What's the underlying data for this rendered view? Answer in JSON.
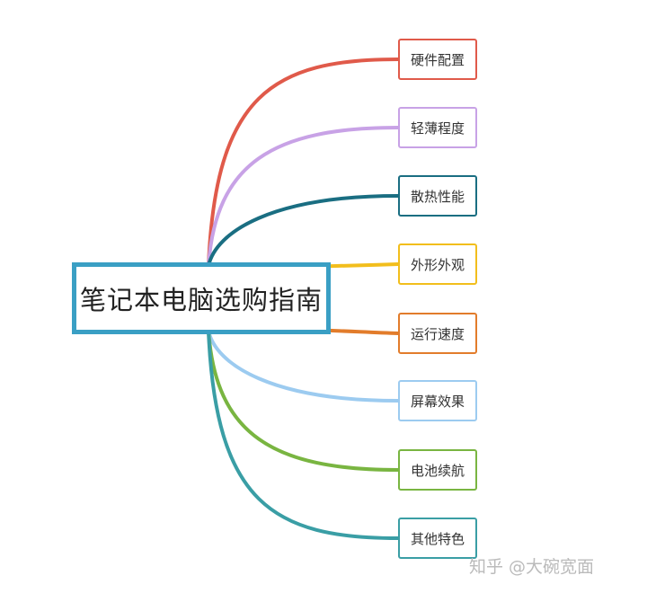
{
  "root": {
    "label": "笔记本电脑选购指南",
    "color": "#3a9fc4"
  },
  "branches": [
    {
      "label": "硬件配置",
      "color": "#e05a4a"
    },
    {
      "label": "轻薄程度",
      "color": "#c8a2e6"
    },
    {
      "label": "散热性能",
      "color": "#1a6e82"
    },
    {
      "label": "外形外观",
      "color": "#f2be1c"
    },
    {
      "label": "运行速度",
      "color": "#e27c2b"
    },
    {
      "label": "屏幕效果",
      "color": "#9ccbf0"
    },
    {
      "label": "电池续航",
      "color": "#79b541"
    },
    {
      "label": "其他特色",
      "color": "#3a9ea5"
    }
  ],
  "watermark": "知乎 @大碗宽面"
}
